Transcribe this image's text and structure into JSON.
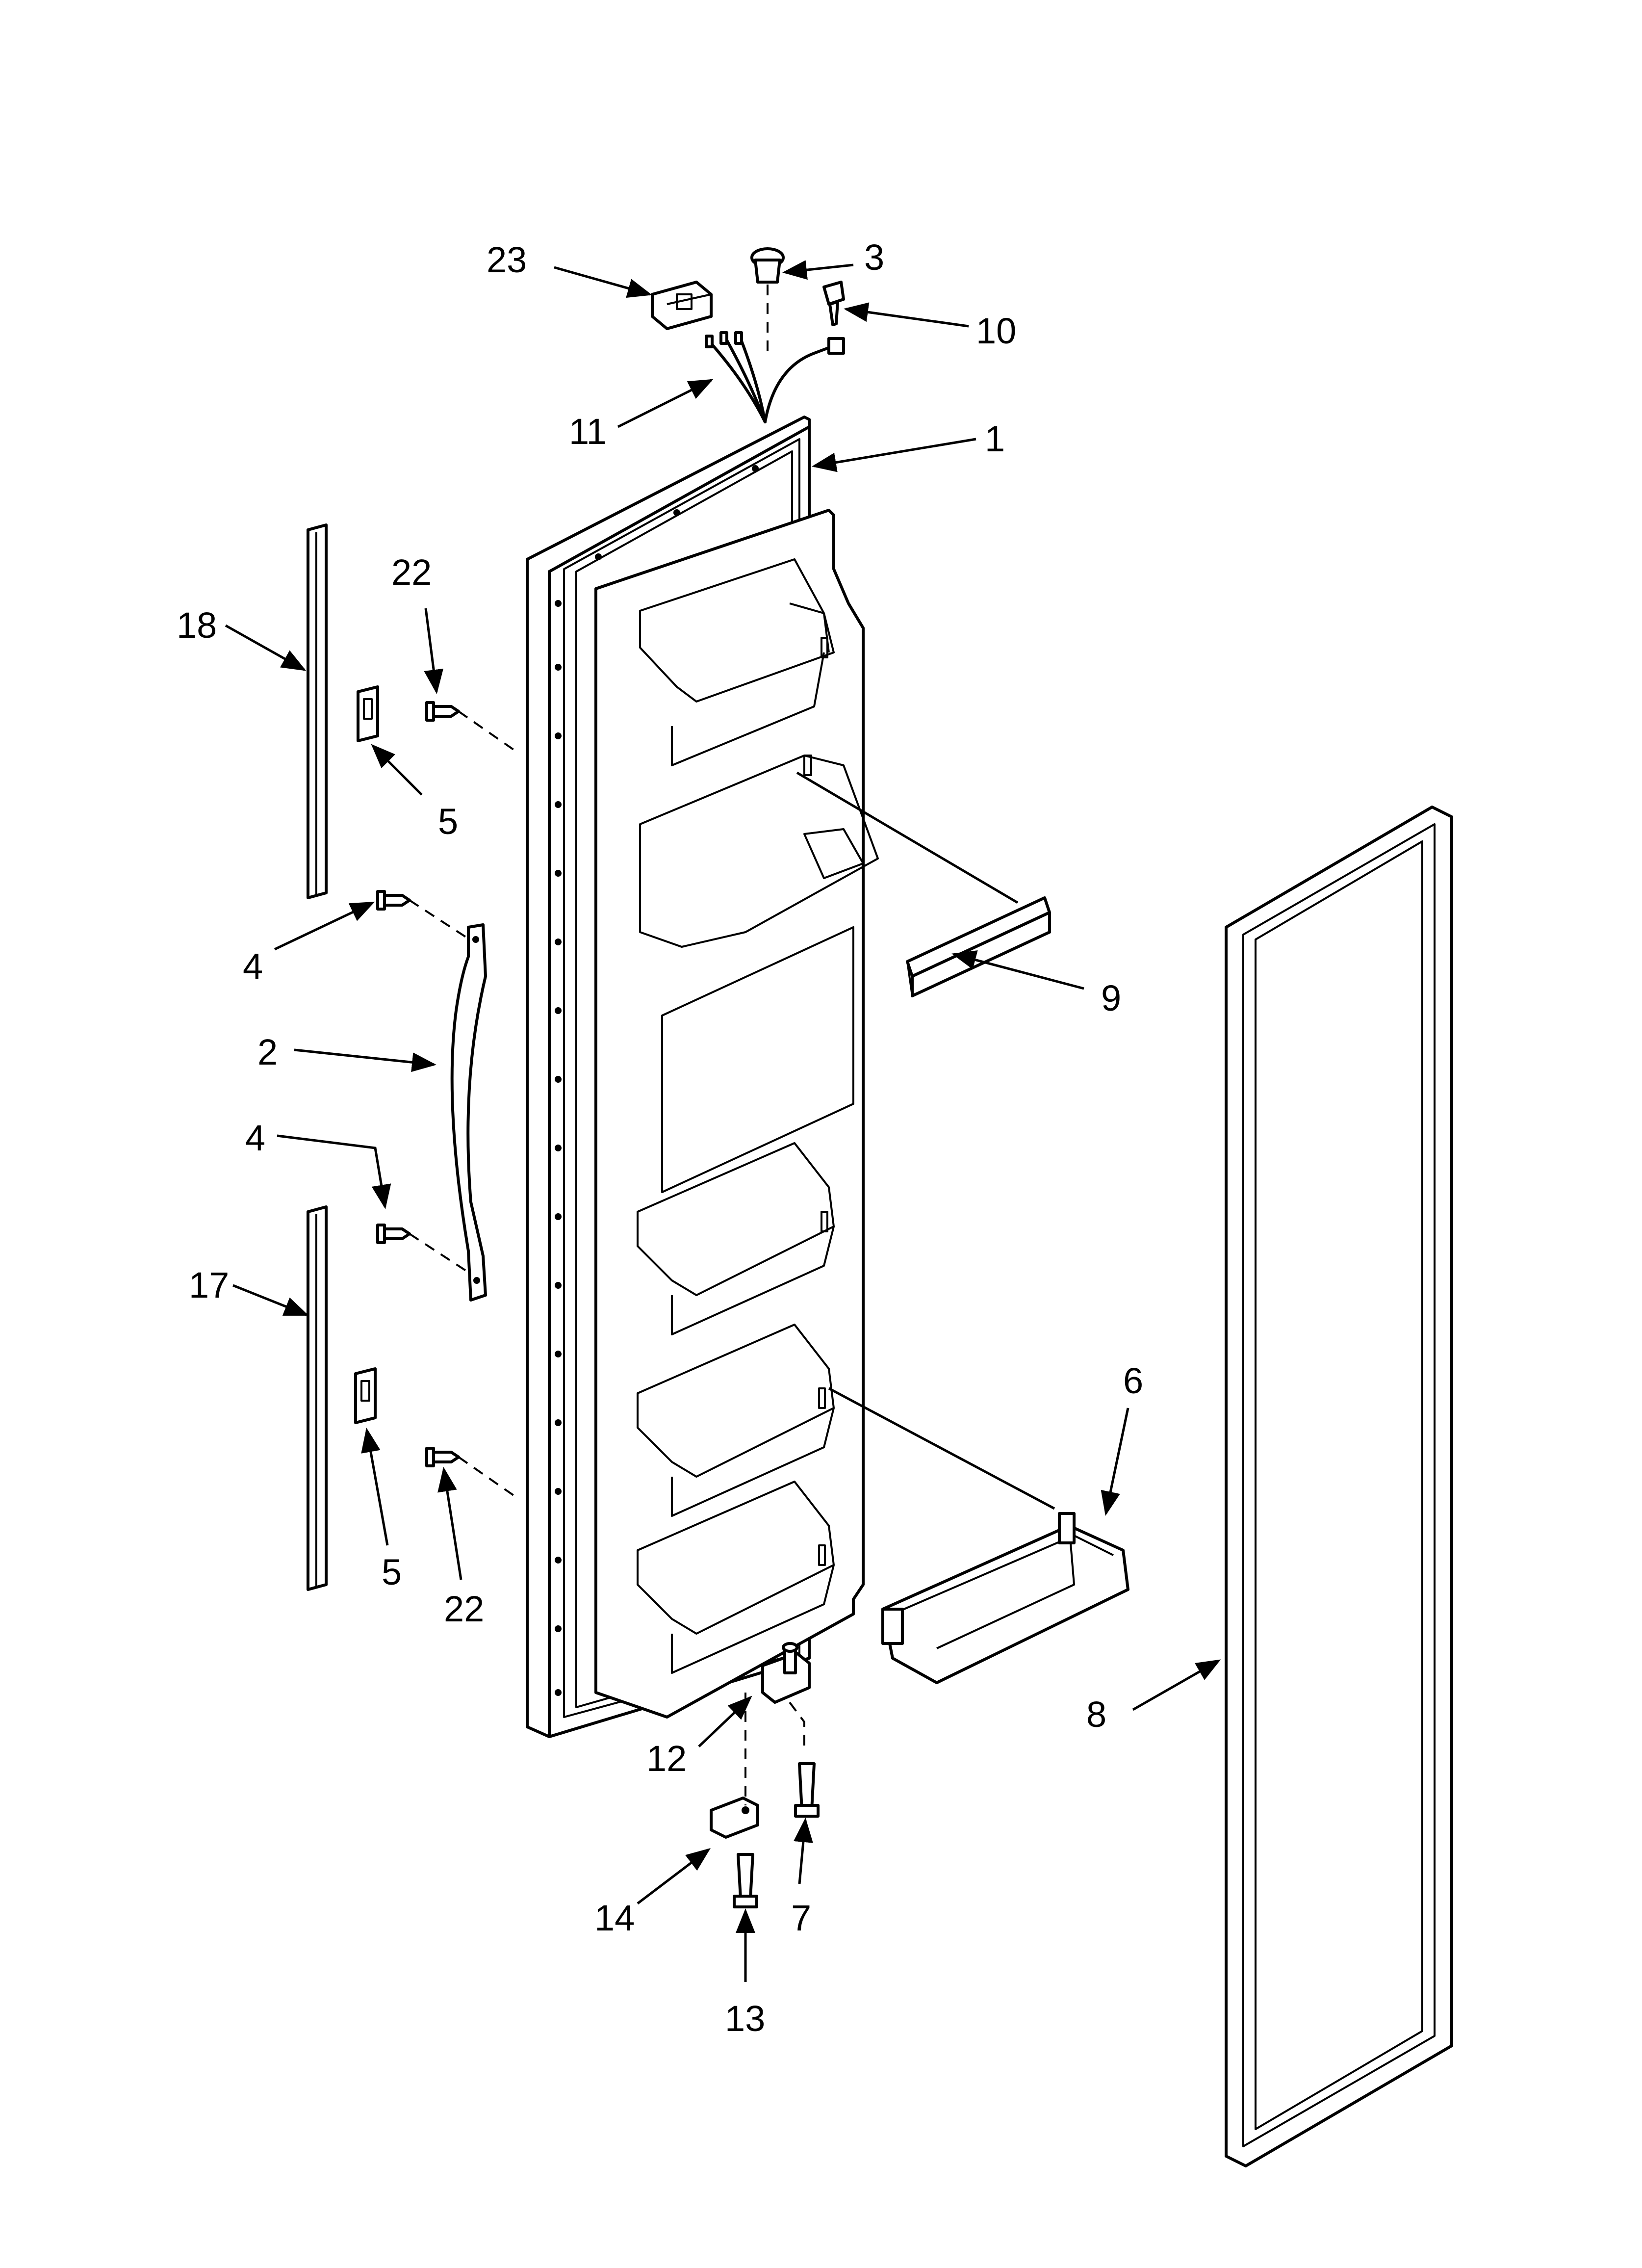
{
  "callouts": {
    "c1": "1",
    "c2": "2",
    "c3": "3",
    "c4a": "4",
    "c4b": "4",
    "c5a": "5",
    "c5b": "5",
    "c6": "6",
    "c7": "7",
    "c8": "8",
    "c9": "9",
    "c10": "10",
    "c11": "11",
    "c12": "12",
    "c13": "13",
    "c14": "14",
    "c17": "17",
    "c18": "18",
    "c22a": "22",
    "c22b": "22",
    "c23": "23"
  }
}
